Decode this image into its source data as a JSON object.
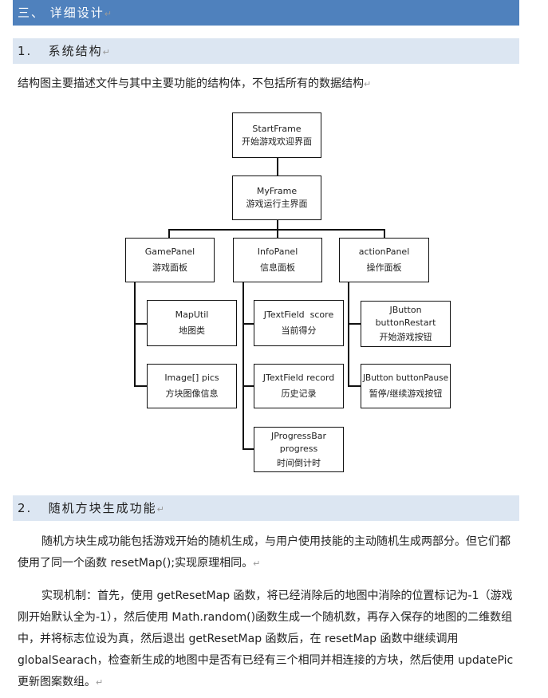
{
  "section_title": "三、 详细设计",
  "sub1": {
    "num": "1.",
    "title": "系统结构"
  },
  "intro": "结构图主要描述文件与其中主要功能的结构体，不包括所有的数据结构",
  "diagram": {
    "start": {
      "name": "StartFrame",
      "desc": "开始游戏欢迎界面"
    },
    "my": {
      "name": "MyFrame",
      "desc": "游戏运行主界面"
    },
    "game": {
      "name": "GamePanel",
      "desc": "游戏面板"
    },
    "info": {
      "name": "InfoPanel",
      "desc": "信息面板"
    },
    "action": {
      "name": "actionPanel",
      "desc": "操作面板"
    },
    "maputil": {
      "name": "MapUtil",
      "desc": "地图类"
    },
    "pics": {
      "name": "Image[] pics",
      "desc": "方块图像信息"
    },
    "score": {
      "name": "JTextField  score",
      "desc": "当前得分"
    },
    "record": {
      "name": "JTextField record",
      "desc": "历史记录"
    },
    "progress": {
      "name1": "JProgressBar",
      "name2": "progress",
      "desc": "时间倒计时"
    },
    "restart": {
      "name1": "JButton",
      "name2": "buttonRestart",
      "desc": "开始游戏按钮"
    },
    "pause": {
      "name": "JButton buttonPause",
      "desc": "暂停/继续游戏按钮"
    }
  },
  "sub2": {
    "num": "2.",
    "title": "随机方块生成功能"
  },
  "para1": "随机方块生成功能包括游戏开始的随机生成，与用户使用技能的主动随机生成两部分。但它们都使用了同一个函数 resetMap();实现原理相同。",
  "para2": "实现机制：首先，使用 getResetMap 函数，将已经消除后的地图中消除的位置标记为-1（游戏刚开始默认全为-1），然后使用 Math.random()函数生成一个随机数，再存入保存的地图的二维数组中，并将标志位设为真，然后退出 getResetMap 函数后，在 resetMap 函数中继续调用 globalSearach，检查新生成的地图中是否有已经有三个相同并相连接的方块，然后使用 updatePic 更新图案数组。",
  "return_mark": "↵"
}
